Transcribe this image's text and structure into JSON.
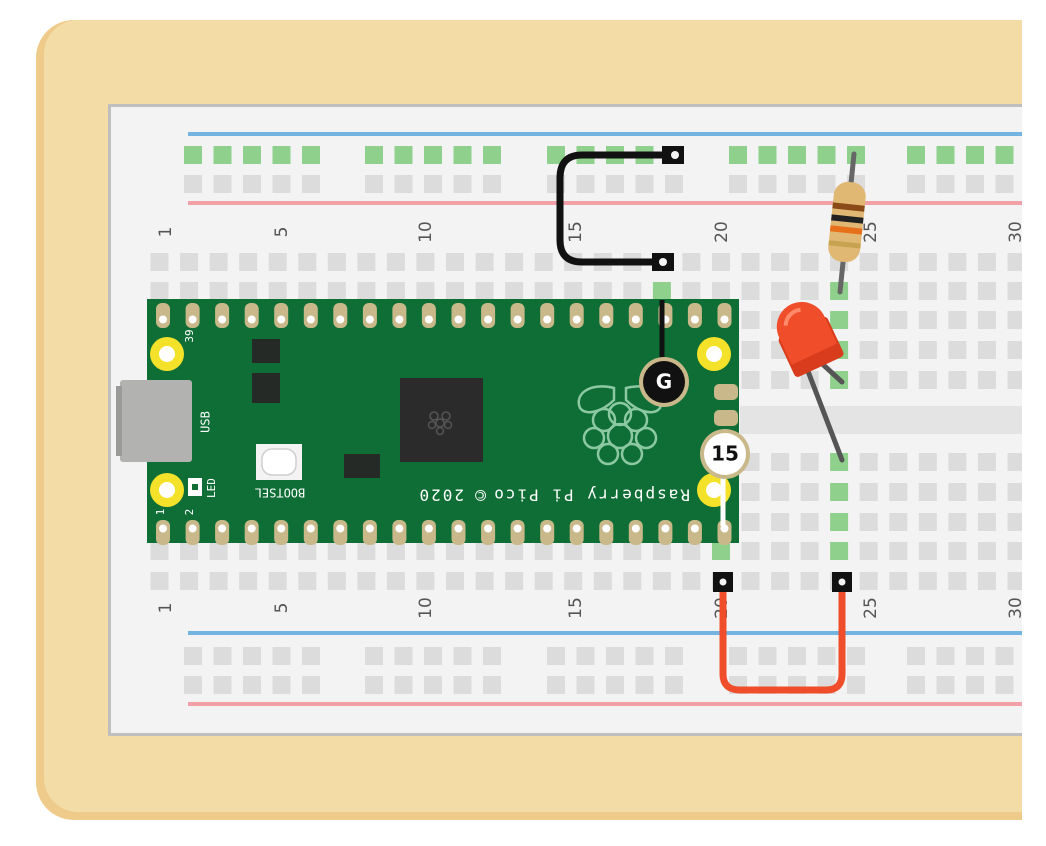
{
  "breadboard": {
    "column_labels": [
      "1",
      "5",
      "10",
      "15",
      "20",
      "25",
      "30"
    ]
  },
  "pico": {
    "board_name": "Raspberry Pi Pico",
    "year": "2020",
    "copyright_symbol": "©",
    "usb_label": "USB",
    "led_label": "LED",
    "bootsel_label": "BOOTSEL",
    "pin_label_1": "1",
    "pin_label_2": "2",
    "pin_label_39": "39"
  },
  "pin_badges": {
    "ground": "G",
    "gpio": "15"
  },
  "colors": {
    "base": "#f4dca7",
    "board": "#f3f3f3",
    "hole": "#dcdcdc",
    "hole_active": "#8fd18c",
    "rail_blue": "#74b4e0",
    "rail_red": "#f2a0a8",
    "pico_green": "#0f6e36",
    "wire_black": "#111111",
    "wire_red": "#f04e2a",
    "led": "#f04e2a"
  }
}
